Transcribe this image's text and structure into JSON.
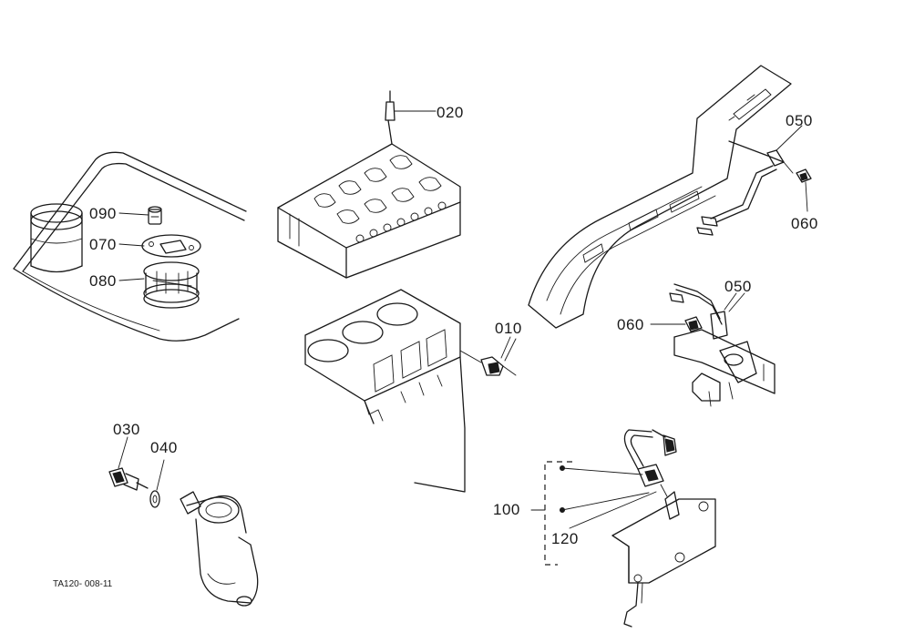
{
  "callouts": {
    "c010": "010",
    "c020": "020",
    "c030": "030",
    "c040": "040",
    "c050a": "050",
    "c050b": "050",
    "c060a": "060",
    "c060b": "060",
    "c070": "070",
    "c080": "080",
    "c090": "090",
    "c100": "100",
    "c120": "120"
  },
  "drawing_code": "TA120- 008-11"
}
